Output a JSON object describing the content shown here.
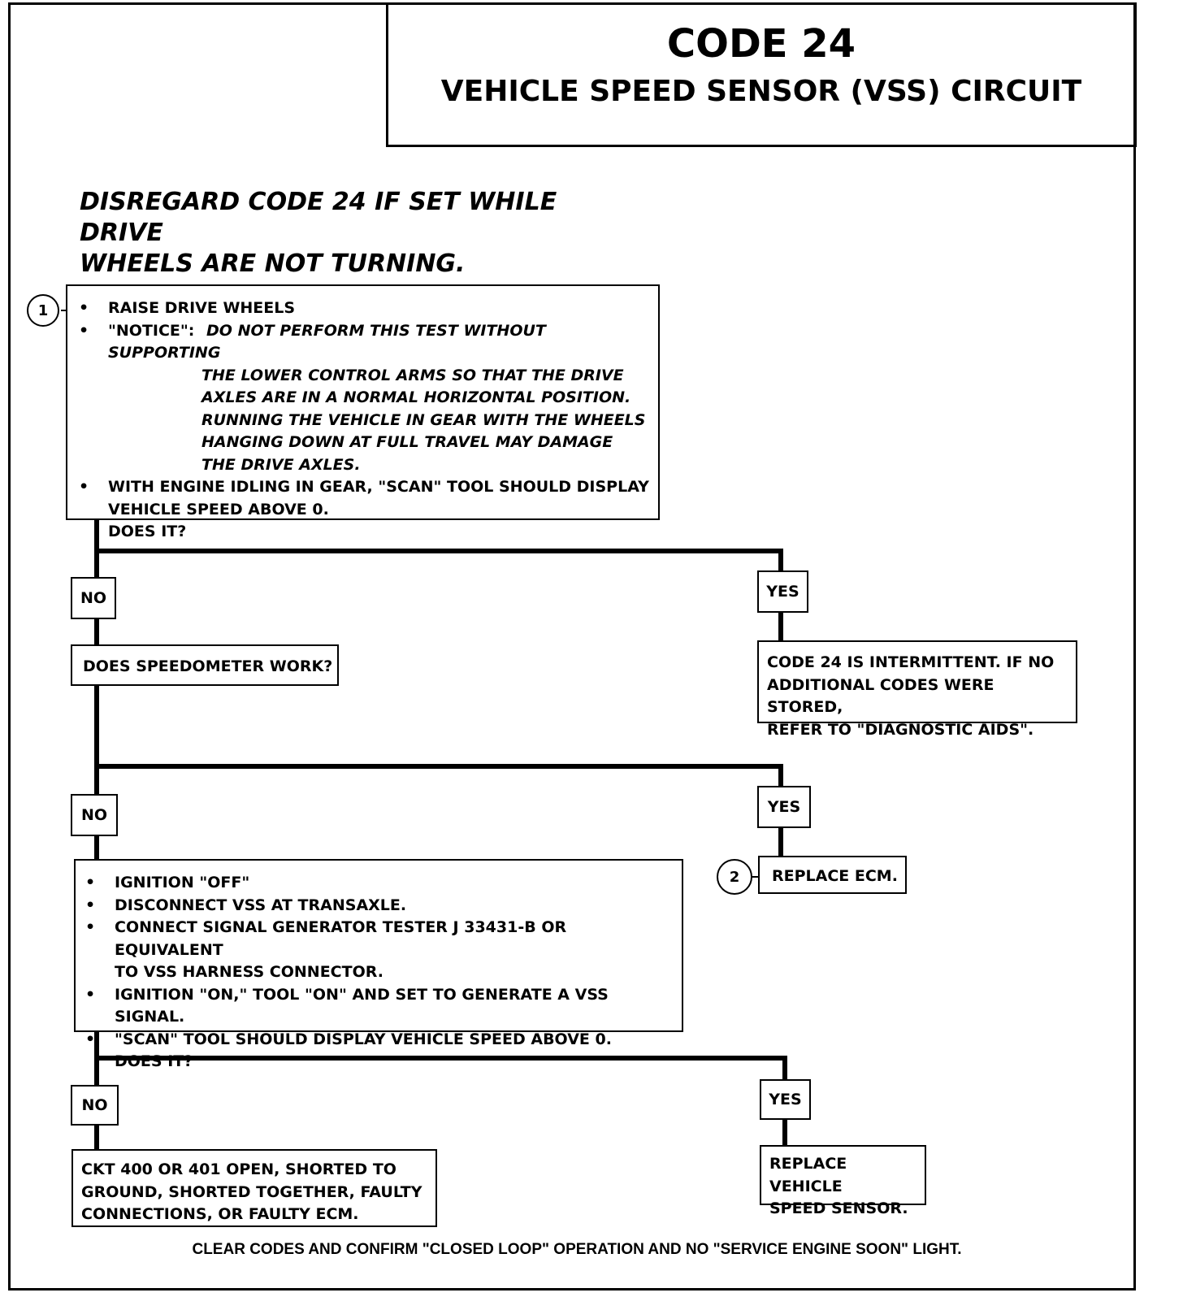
{
  "header": {
    "title": "CODE 24",
    "subtitle": "VEHICLE SPEED SENSOR (VSS) CIRCUIT"
  },
  "warning": {
    "line1": "DISREGARD CODE 24 IF SET WHILE DRIVE",
    "line2": "WHEELS ARE NOT TURNING."
  },
  "step1": {
    "number": "1",
    "bullet": "•",
    "item1": "RAISE DRIVE WHEELS",
    "notice_label": "\"NOTICE\":",
    "notice_lines": [
      "DO NOT PERFORM THIS TEST WITHOUT SUPPORTING",
      "THE LOWER CONTROL ARMS SO THAT THE DRIVE",
      "AXLES ARE IN A NORMAL HORIZONTAL POSITION.",
      "RUNNING THE VEHICLE IN GEAR WITH THE WHEELS",
      "HANGING DOWN AT FULL TRAVEL MAY DAMAGE",
      "THE DRIVE AXLES."
    ],
    "item3_line1": "WITH ENGINE IDLING IN GEAR, \"SCAN\" TOOL SHOULD DISPLAY",
    "item3_line2": "VEHICLE SPEED ABOVE 0.",
    "question": "DOES IT?"
  },
  "branch1": {
    "no": "NO",
    "yes": "YES",
    "yes_result_lines": [
      "CODE 24 IS INTERMITTENT.  IF NO",
      "ADDITIONAL CODES WERE STORED,",
      "REFER TO \"DIAGNOSTIC AIDS\"."
    ]
  },
  "speedometer_question": "DOES SPEEDOMETER WORK?",
  "branch2": {
    "no": "NO",
    "yes": "YES",
    "step_number": "2",
    "yes_result": "REPLACE ECM."
  },
  "step3": {
    "bullet": "•",
    "item1": "IGNITION \"OFF\"",
    "item2": "DISCONNECT VSS AT TRANSAXLE.",
    "item3_line1": "CONNECT SIGNAL GENERATOR TESTER  J 33431-B OR EQUIVALENT",
    "item3_line2": "TO VSS HARNESS CONNECTOR.",
    "item4": "IGNITION \"ON,\" TOOL \"ON\" AND SET TO GENERATE A VSS SIGNAL.",
    "item5": "\"SCAN\" TOOL  SHOULD DISPLAY VEHICLE SPEED  ABOVE  0.",
    "question": "DOES IT?"
  },
  "branch3": {
    "no": "NO",
    "yes": "YES",
    "no_result_lines": [
      "CKT  400 OR 401 OPEN, SHORTED TO",
      "GROUND, SHORTED TOGETHER, FAULTY",
      "CONNECTIONS, OR FAULTY ECM."
    ],
    "yes_result_lines": [
      "REPLACE VEHICLE",
      "SPEED SENSOR."
    ]
  },
  "footer": "CLEAR CODES AND CONFIRM  \"CLOSED LOOP\" OPERATION AND NO \"SERVICE  ENGINE SOON\" LIGHT."
}
